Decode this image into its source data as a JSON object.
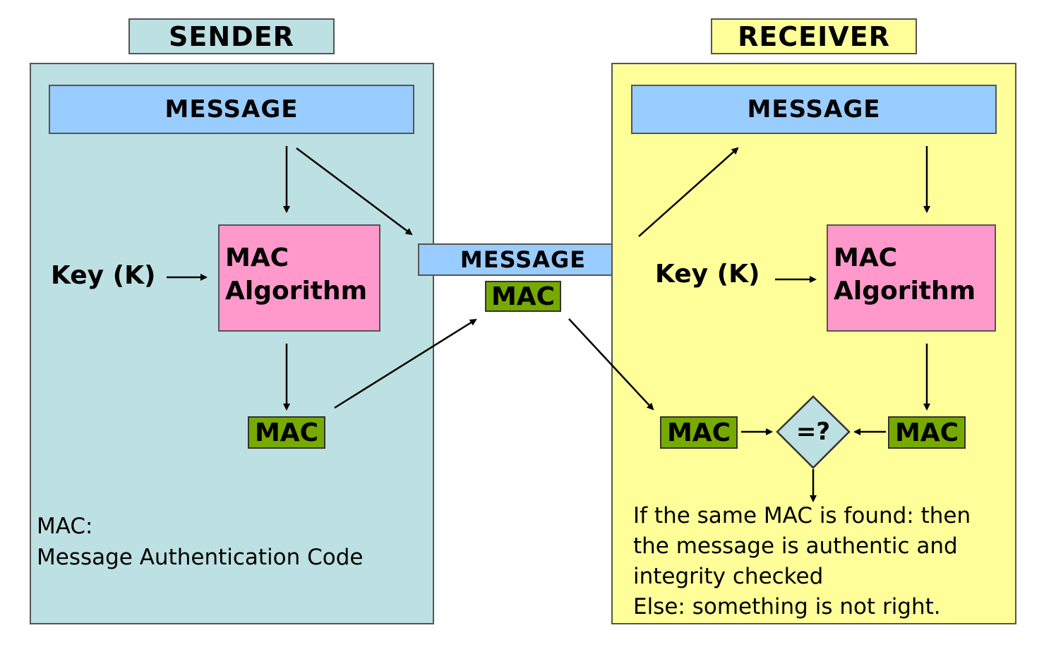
{
  "sender": {
    "title": "SENDER",
    "message": "MESSAGE",
    "key_label": "Key (K)",
    "algorithm_line1": "MAC",
    "algorithm_line2": "Algorithm",
    "mac": "MAC",
    "note_line1": "MAC:",
    "note_line2": "Message Authentication Code"
  },
  "transit": {
    "message": "MESSAGE",
    "mac": "MAC"
  },
  "receiver": {
    "title": "RECEIVER",
    "message": "MESSAGE",
    "key_label": "Key (K)",
    "algorithm_line1": "MAC",
    "algorithm_line2": "Algorithm",
    "received_mac": "MAC",
    "computed_mac": "MAC",
    "compare_symbol": "=?",
    "result_line1": "If the same MAC is found: then",
    "result_line2": "the message is authentic and",
    "result_line3": "integrity checked",
    "result_line4": "Else: something is not right."
  },
  "colors": {
    "sender_panel": "#bde0e2",
    "receiver_panel": "#ffff99",
    "message_box": "#99ccff",
    "algorithm_box": "#ff99cc",
    "mac_box": "#77aa00",
    "compare_diamond": "#bde0e2"
  }
}
